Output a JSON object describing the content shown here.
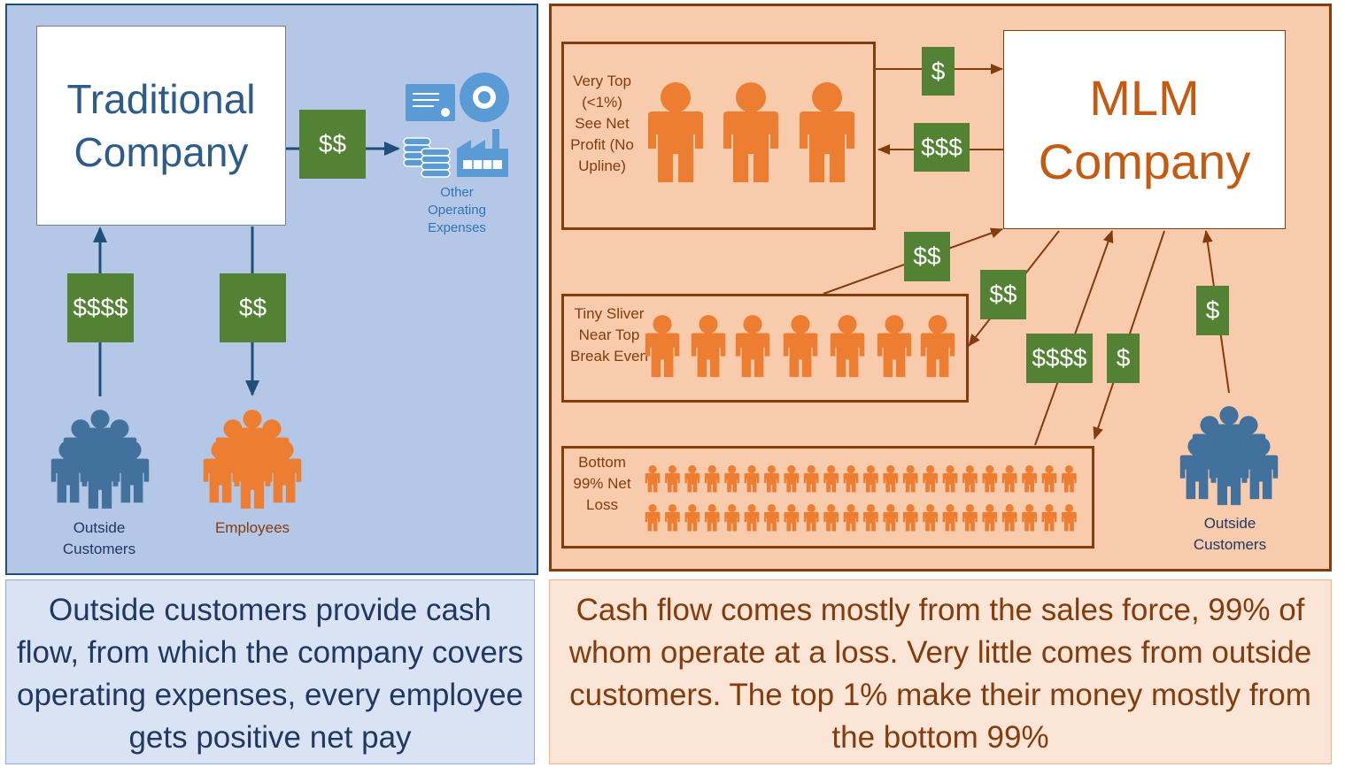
{
  "traditional": {
    "company_title": "Traditional Company",
    "customer_payment": "$$$$",
    "expense_payment": "$$",
    "employee_payment": "$$",
    "expenses_label": "Other Operating Expenses",
    "customers_label": "Outside Customers",
    "employees_label": "Employees",
    "caption": "Outside customers provide cash flow, from which the company covers operating expenses, every employee gets positive net pay"
  },
  "mlm": {
    "company_title": "MLM Company",
    "top_tier": {
      "label": "Very Top (<1%) See Net Profit (No Upline)",
      "to_company": "$",
      "from_company": "$$$"
    },
    "middle_tier": {
      "label": "Tiny Sliver Near Top Break Even",
      "to_company": "$$",
      "from_company": "$$"
    },
    "bottom_tier": {
      "label": "Bottom 99% Net Loss",
      "to_company": "$$$$",
      "from_company": "$"
    },
    "customers": {
      "label": "Outside Customers",
      "to_company": "$"
    },
    "caption": "Cash flow comes mostly from the sales force, 99% of whom operate at a loss.  Very little comes from outside customers.  The top 1% make their money mostly from the bottom 99%"
  },
  "colors": {
    "blue_panel": "#b4c7e7",
    "orange_panel": "#f8cbad",
    "money_green": "#548235",
    "person_orange": "#ed7d31",
    "person_blue": "#41719c",
    "arrow_brown": "#843c0c",
    "arrow_navy": "#1f4e79"
  },
  "icons": [
    "person-icon",
    "people-group-icon",
    "certificate-icon",
    "disc-icon",
    "coins-icon",
    "factory-icon"
  ]
}
